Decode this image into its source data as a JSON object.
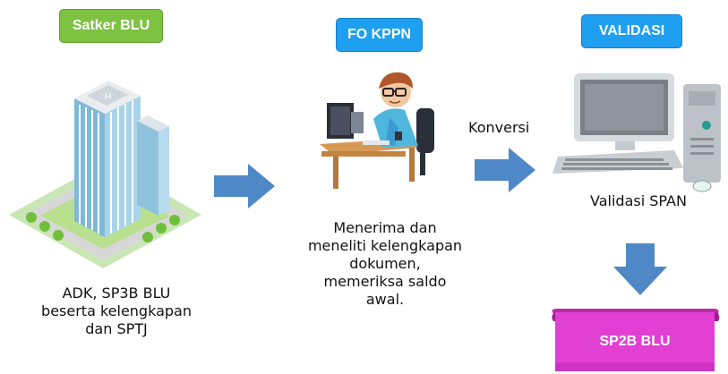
{
  "steps": {
    "satker": {
      "label": "Satker BLU",
      "color": "#7dc241",
      "caption": [
        "ADK, SP3B BLU",
        "beserta kelengkapan",
        "dan SPTJ"
      ]
    },
    "fo_kppn": {
      "label": "FO KPPN",
      "color": "#1f9ff0",
      "caption": [
        "Menerima dan",
        "meneliti kelengkapan",
        "dokumen,",
        "memeriksa saldo",
        "awal."
      ]
    },
    "validasi": {
      "label": "VALIDASI",
      "color": "#1f9ff0",
      "caption": "Validasi SPAN"
    },
    "output": {
      "label": "SP2B BLU",
      "color": "#e23fd3"
    }
  },
  "arrows": {
    "konversi_label": "Konversi",
    "color": "#4f88c6"
  },
  "icons": {
    "building": "office-building-icon",
    "worker": "office-worker-icon",
    "computer": "desktop-computer-icon",
    "scroll": "scroll-banner-icon"
  }
}
